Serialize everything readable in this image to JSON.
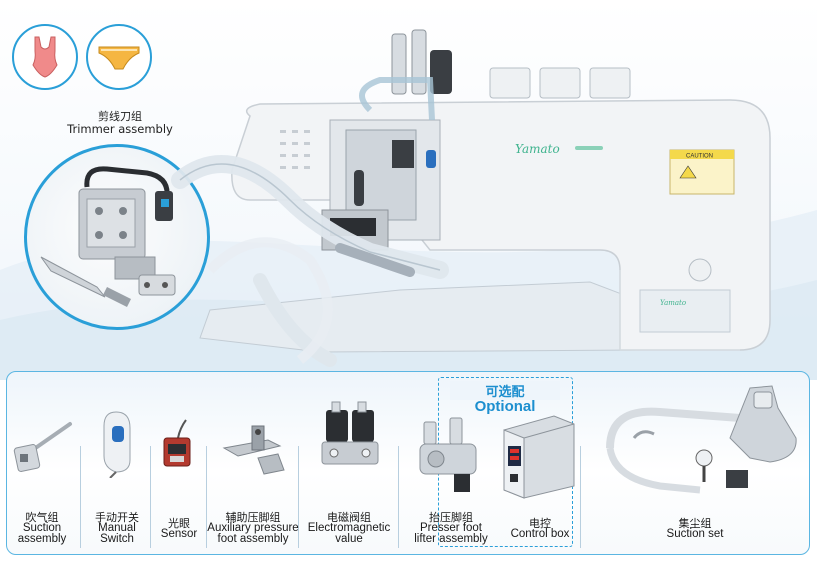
{
  "trimmer": {
    "label_cn": "剪线刀组",
    "label_en": "Trimmer assembly"
  },
  "garment_icons": [
    {
      "name": "swimsuit-icon",
      "color": "#f08a8a"
    },
    {
      "name": "briefs-icon",
      "color": "#f5b642"
    }
  ],
  "machine": {
    "brand": "Yamato",
    "caution": "CAUTION"
  },
  "optional": {
    "label_cn": "可选配",
    "label_en": "Optional"
  },
  "parts": [
    {
      "cn": "吹气组",
      "en_lines": [
        "Suction",
        "assembly"
      ],
      "icon": "suction-nozzle-icon"
    },
    {
      "cn": "手动开关",
      "en_lines": [
        "Manual",
        "Switch"
      ],
      "icon": "manual-switch-icon"
    },
    {
      "cn": "光眼",
      "en_lines": [
        "Sensor"
      ],
      "icon": "sensor-icon"
    },
    {
      "cn": "辅助压脚组",
      "en_lines": [
        "Auxiliary pressure",
        "foot assembly"
      ],
      "icon": "presser-foot-icon"
    },
    {
      "cn": "电磁阀组",
      "en_lines": [
        "Electromagnetic",
        "value"
      ],
      "icon": "solenoid-valve-icon"
    },
    {
      "cn": "抬压脚组",
      "en_lines": [
        "Presser foot",
        "lifter assembly"
      ],
      "icon": "foot-lifter-icon"
    },
    {
      "cn": "电控",
      "en_lines": [
        "Control box"
      ],
      "icon": "control-box-icon"
    },
    {
      "cn": "集尘组",
      "en_lines": [
        "Suction set"
      ],
      "icon": "suction-set-icon"
    }
  ],
  "colors": {
    "accent": "#2a9fd8",
    "control_display": "#e0322c"
  }
}
